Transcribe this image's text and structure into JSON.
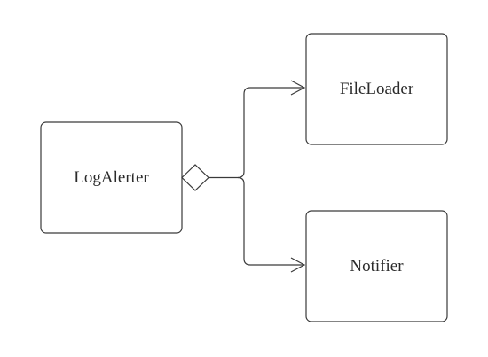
{
  "diagram": {
    "nodes": {
      "log_alerter": {
        "label": "LogAlerter"
      },
      "file_loader": {
        "label": "FileLoader"
      },
      "notifier": {
        "label": "Notifier"
      }
    },
    "relationship": "aggregation"
  }
}
